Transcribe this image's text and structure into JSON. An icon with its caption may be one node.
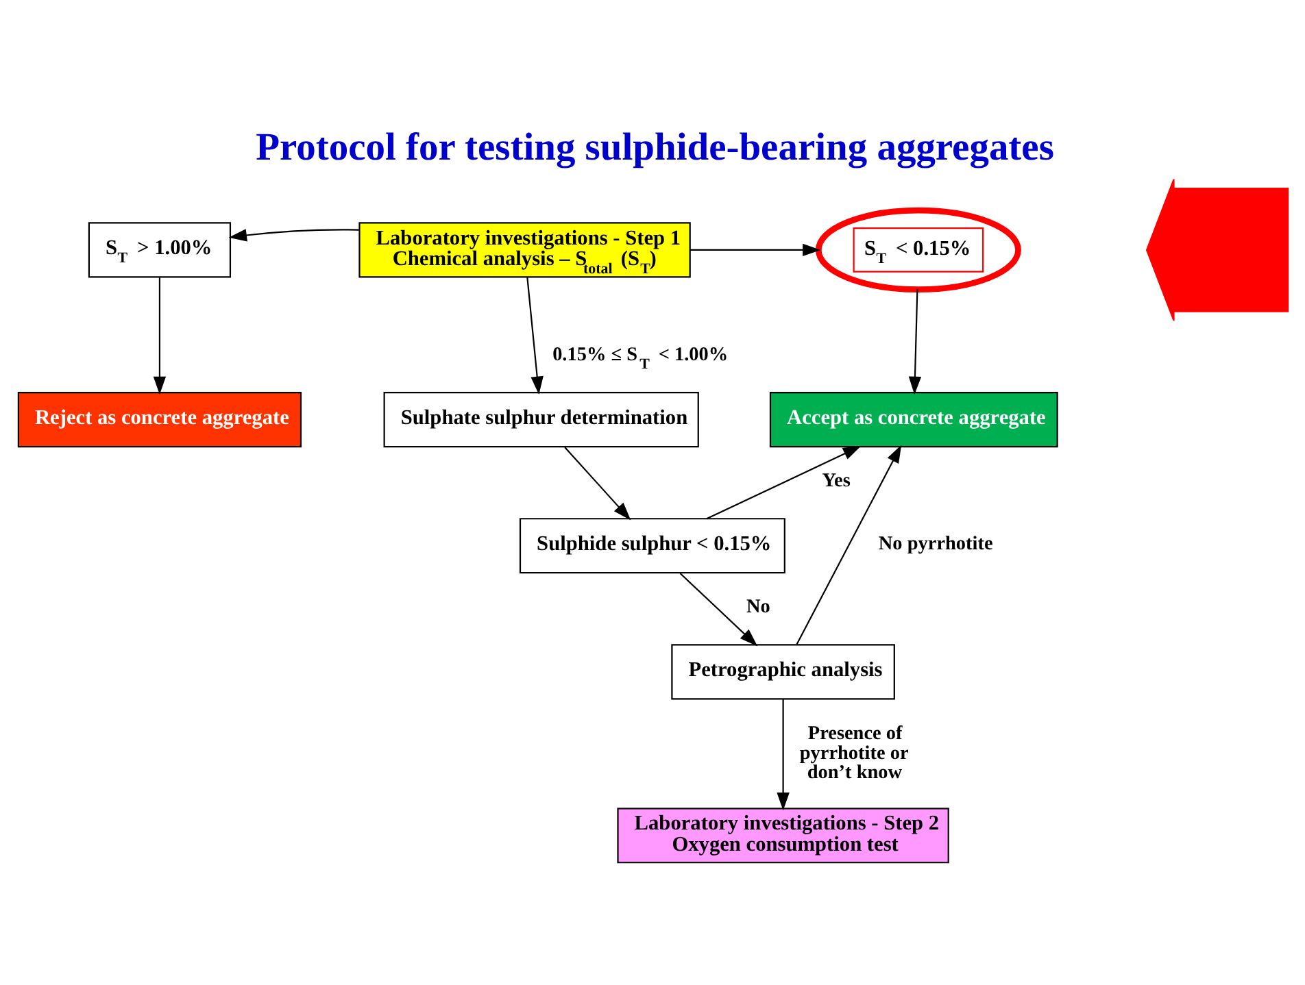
{
  "diagram": {
    "title": "Protocol for testing sulphide-bearing aggregates",
    "nodes": [
      {
        "text": [
          "Laboratory investigations - Step 1",
          "Chemical analysis – S$_{total}$ (S$_{T}$)"
        ]
      },
      {
        "text": [
          "S$_{T}$ > 1.00%"
        ]
      },
      {
        "text": [
          "S$_{T}$ < 0.15%"
        ]
      },
      {
        "text": [
          "Reject as concrete aggregate"
        ]
      },
      {
        "text": [
          "Sulphate sulphur determination"
        ]
      },
      {
        "text": [
          "Accept as concrete aggregate"
        ]
      },
      {
        "text": [
          "Sulphide sulphur < 0.15%"
        ]
      },
      {
        "text": [
          "Petrographic analysis"
        ]
      },
      {
        "text": [
          "Laboratory investigations - Step 2",
          "Oxygen consumption test"
        ]
      },
      {
        "text": [],
        "shape": "arrow"
      }
    ],
    "edges": [
      {
        "from": 0,
        "to": 1,
        "arrow": "to"
      },
      {
        "from": 0,
        "to": 2,
        "arrow": "to"
      },
      {
        "from": 1,
        "to": 3,
        "arrow": "to"
      },
      {
        "from": 0,
        "to": 4,
        "arrow": "to",
        "label": "0.15% ≤ S$_{T}$ < 1.00%"
      },
      {
        "from": 2,
        "to": 5,
        "arrow": "to"
      },
      {
        "from": 4,
        "to": 6,
        "arrow": "to"
      },
      {
        "from": 6,
        "to": 5,
        "arrow": "to",
        "label": "Yes"
      },
      {
        "from": 6,
        "to": 7,
        "arrow": "to",
        "label": "No"
      },
      {
        "from": 7,
        "to": 5,
        "arrow": "to",
        "label": "No pyrrhotite"
      },
      {
        "from": 7,
        "to": 8,
        "arrow": "to",
        "label": "Presence of pyrrhotite or don’t know"
      }
    ]
  }
}
